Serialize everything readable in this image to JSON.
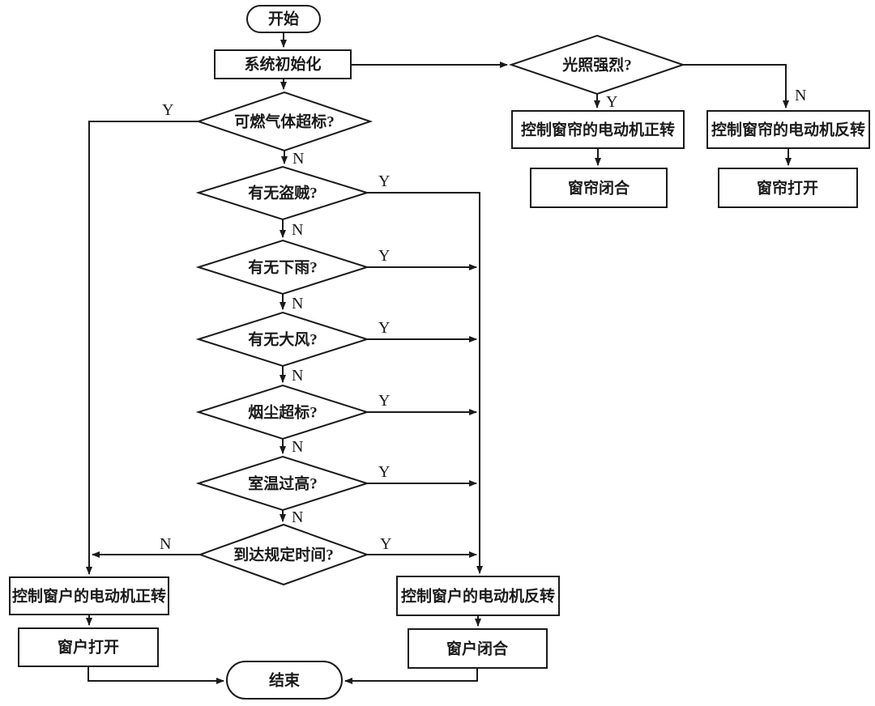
{
  "diagram": {
    "title_hint": "smart-window-and-curtain-control-flowchart",
    "colors": {
      "background": "#ffffff",
      "stroke": "#1a1a1a",
      "node_fill": "#ffffff"
    },
    "nodes": {
      "start": "开始",
      "init": "系统初始化",
      "light": "光照强烈?",
      "curtain_motor_fwd": "控制窗帘的电动机正转",
      "curtain_motor_rev": "控制窗帘的电动机反转",
      "curtain_close": "窗帘闭合",
      "curtain_open": "窗帘打开",
      "gas": "可燃气体超标?",
      "thief": "有无盗贼?",
      "rain": "有无下雨?",
      "wind": "有无大风?",
      "smoke": "烟尘超标?",
      "temp": "室温过高?",
      "time": "到达规定时间?",
      "window_motor_fwd": "控制窗户的电动机正转",
      "window_motor_rev": "控制窗户的电动机反转",
      "window_open": "窗户打开",
      "window_close": "窗户闭合",
      "end": "结束"
    },
    "labels": {
      "yes": "Y",
      "no": "N"
    }
  }
}
